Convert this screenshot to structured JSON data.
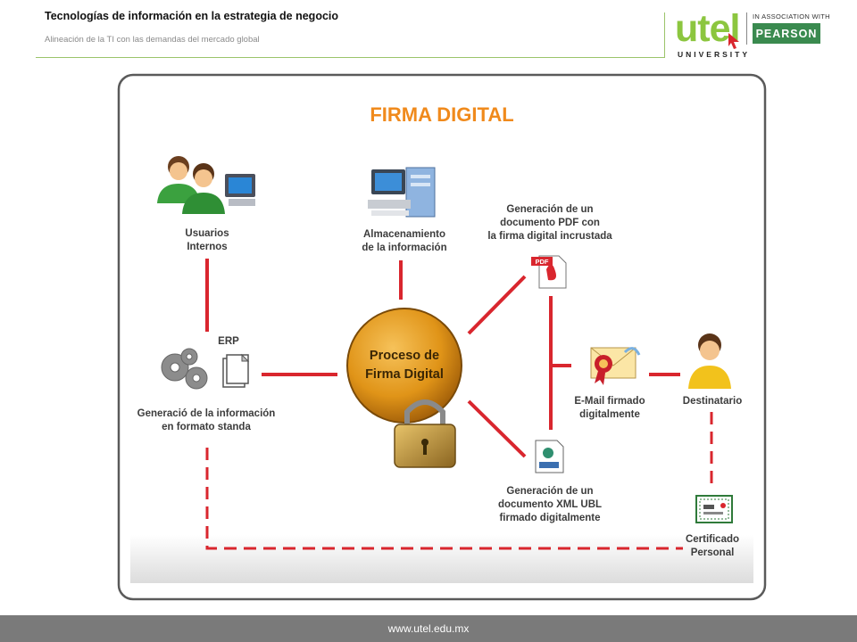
{
  "header": {
    "title": "Tecnologías de información en la estrategia de negocio",
    "subtitle": "Alineación de la TI con las demandas del mercado global"
  },
  "logo": {
    "brand": "utel",
    "university": "UNIVERSITY",
    "association": "IN ASSOCIATION WITH",
    "partner": "PEARSON"
  },
  "diagram": {
    "title": "FIRMA DIGITAL",
    "nodes": {
      "usuarios": [
        "Usuarios",
        "Internos"
      ],
      "almacenamiento": [
        "Almacenamiento",
        "de la información"
      ],
      "pdf": [
        "Generación de un",
        "documento PDF con",
        "la firma digital incrustada"
      ],
      "erp_label": "ERP",
      "generacion": [
        "Generació de la información",
        "en formato standa"
      ],
      "proceso": [
        "Proceso de",
        "Firma Digital"
      ],
      "email": [
        "E-Mail firmado",
        "digitalmente"
      ],
      "destinatario": "Destinatario",
      "xml": [
        "Generación de un",
        "documento XML UBL",
        "firmado digitalmente"
      ],
      "certificado": [
        "Certificado",
        "Personal"
      ]
    },
    "icons": {
      "pdf_badge": "PDF"
    },
    "colors": {
      "connector": "#d9262e",
      "title": "#f08a1c",
      "proceso_fill": "#e09418"
    }
  },
  "footer": {
    "url": "www.utel.edu.mx"
  }
}
